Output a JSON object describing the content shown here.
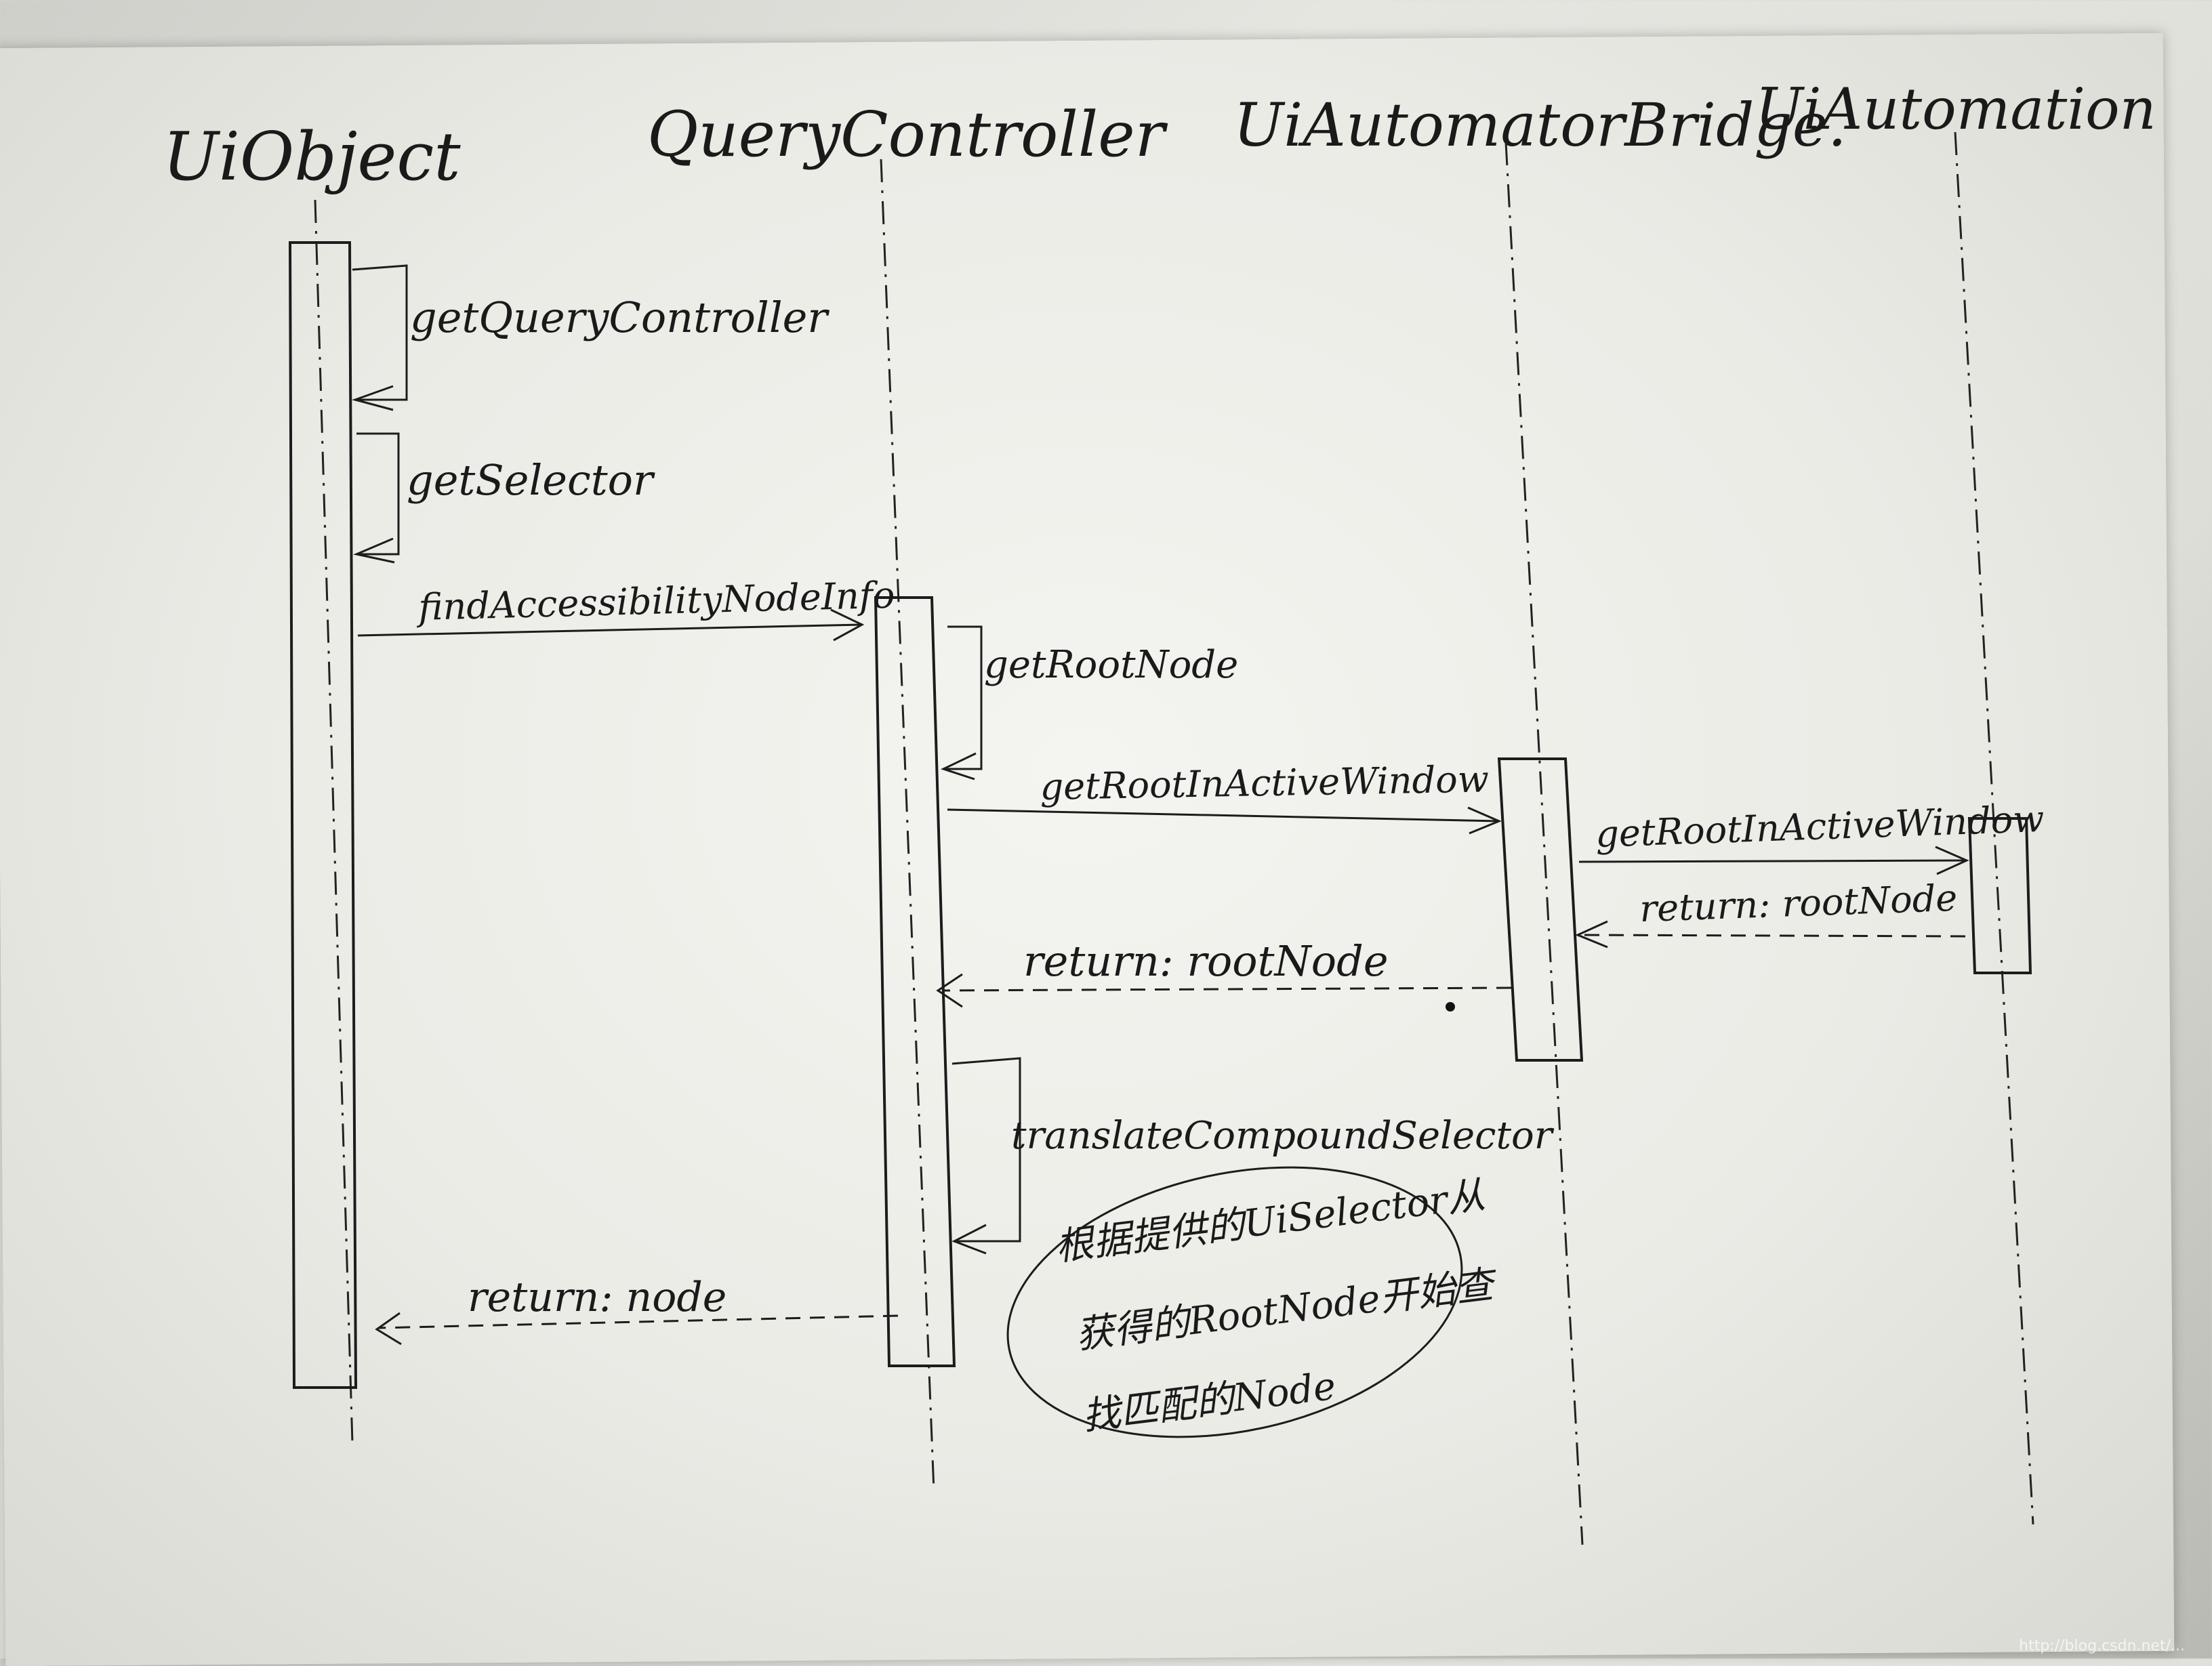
{
  "participants": [
    {
      "id": "uiobject",
      "label": "UiObject"
    },
    {
      "id": "querycontroller",
      "label": "QueryController"
    },
    {
      "id": "bridge",
      "label": "UiAutomatorBridge."
    },
    {
      "id": "uiautomation",
      "label": "UiAutomation"
    }
  ],
  "messages": [
    {
      "id": "m1",
      "label": "getQueryController",
      "from": "uiobject",
      "to": "uiobject",
      "kind": "self"
    },
    {
      "id": "m2",
      "label": "getSelector",
      "from": "uiobject",
      "to": "uiobject",
      "kind": "self"
    },
    {
      "id": "m3",
      "label": "findAccessibilityNodeInfo",
      "from": "uiobject",
      "to": "querycontroller",
      "kind": "call"
    },
    {
      "id": "m4",
      "label": "getRootNode",
      "from": "querycontroller",
      "to": "querycontroller",
      "kind": "self"
    },
    {
      "id": "m5",
      "label": "getRootInActiveWindow",
      "from": "querycontroller",
      "to": "bridge",
      "kind": "call"
    },
    {
      "id": "m6",
      "label": "getRootInActiveWindow",
      "from": "bridge",
      "to": "uiautomation",
      "kind": "call"
    },
    {
      "id": "m7",
      "label": "return: rootNode",
      "from": "uiautomation",
      "to": "bridge",
      "kind": "return"
    },
    {
      "id": "m8",
      "label": "return: rootNode",
      "from": "bridge",
      "to": "querycontroller",
      "kind": "return"
    },
    {
      "id": "m9",
      "label": "translateCompoundSelector",
      "from": "querycontroller",
      "to": "querycontroller",
      "kind": "self"
    },
    {
      "id": "m10",
      "label": "return: node",
      "from": "querycontroller",
      "to": "uiobject",
      "kind": "return"
    }
  ],
  "note": {
    "lines": [
      "根据提供的UiSelector从",
      "获得的RootNode开始查",
      "找匹配的Node"
    ]
  },
  "watermark": "http://blog.csdn.net/..."
}
